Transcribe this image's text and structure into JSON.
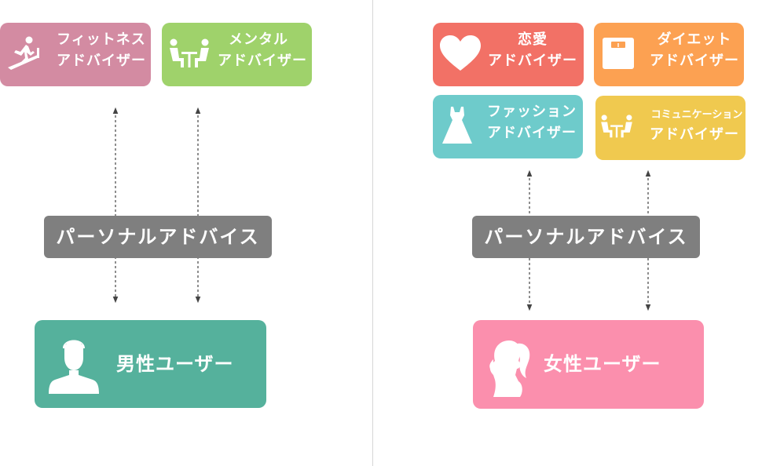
{
  "left": {
    "advisors": [
      {
        "line1": "フィットネス",
        "line2": "アドバイザー",
        "color": "#d38ba2",
        "icon": "treadmill-icon"
      },
      {
        "line1": "メンタル",
        "line2": "アドバイザー",
        "color": "#9fd26b",
        "icon": "counseling-icon"
      }
    ],
    "center_label": "パーソナルアドバイス",
    "user_label": "男性ユーザー",
    "user_color": "#55b19c",
    "user_icon": "male-user-icon"
  },
  "right": {
    "advisors": [
      {
        "line1": "恋愛",
        "line2": "アドバイザー",
        "color": "#f27166",
        "icon": "heart-icon"
      },
      {
        "line1": "ダイエット",
        "line2": "アドバイザー",
        "color": "#fca152",
        "icon": "scale-icon"
      },
      {
        "line1": "ファッション",
        "line2": "アドバイザー",
        "color": "#6ecbcb",
        "icon": "dress-icon"
      },
      {
        "line1": "コミュニケーション",
        "line2": "アドバイザー",
        "color": "#f0c94f",
        "icon": "conversation-icon"
      }
    ],
    "center_label": "パーソナルアドバイス",
    "user_label": "女性ユーザー",
    "user_color": "#fb8fad",
    "user_icon": "female-user-icon"
  },
  "colors": {
    "center_box": "#7f7f7f",
    "arrow": "#444444",
    "divider": "#d6d6d6"
  }
}
